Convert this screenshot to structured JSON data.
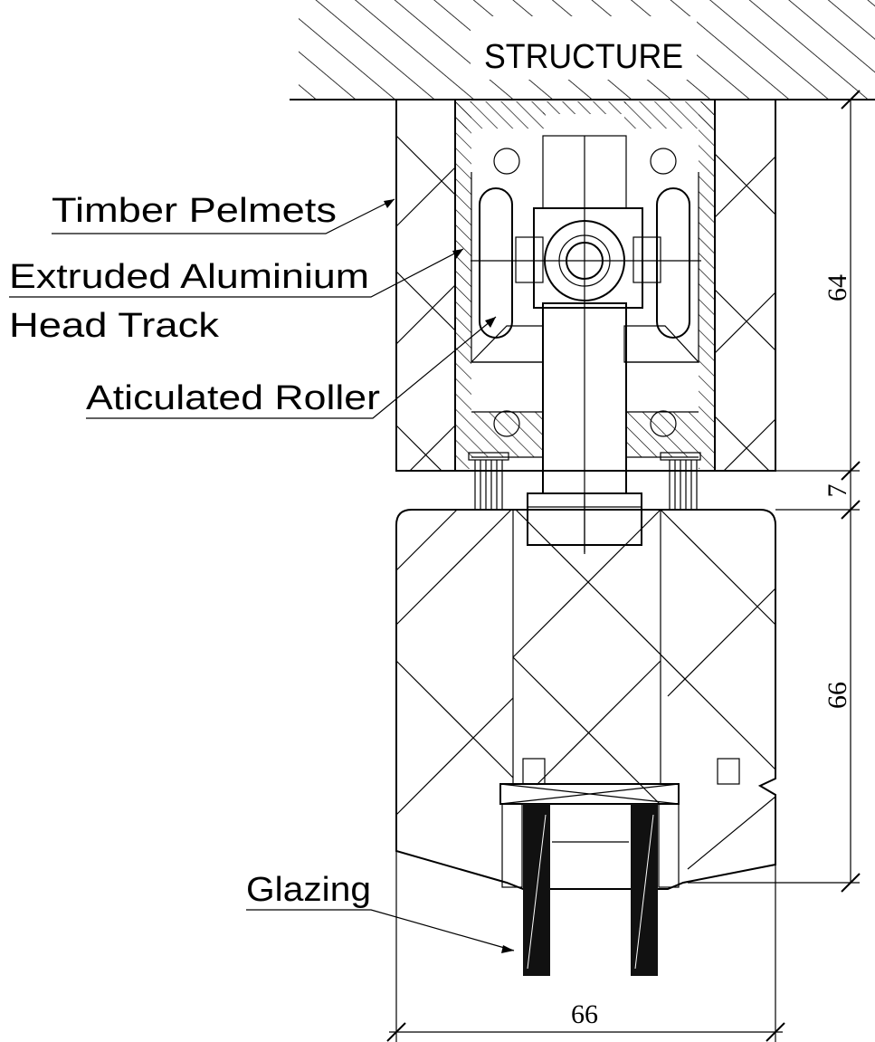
{
  "labels": {
    "structure": "STRUCTURE",
    "timber_pelmets": "Timber Pelmets",
    "extruded_line1": "Extruded Aluminium",
    "extruded_line2": "Head Track",
    "roller": "Aticulated Roller",
    "glazing": "Glazing"
  },
  "dimensions": {
    "head_height": "64",
    "gap": "7",
    "panel_height": "66",
    "panel_width": "66"
  },
  "colors": {
    "line": "#000000",
    "background": "#ffffff",
    "glass": "#111111"
  }
}
